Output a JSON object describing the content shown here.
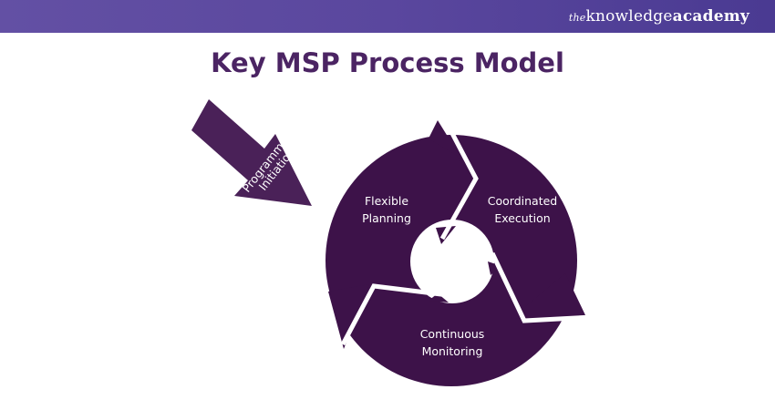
{
  "header": {
    "brand_prefix": "the",
    "brand_main": "knowledge",
    "brand_suffix": "academy"
  },
  "title": "Key MSP Process Model",
  "diagram": {
    "entry_arrow": {
      "line1": "Programme",
      "line2": "Initiation"
    },
    "stages": [
      {
        "line1": "Flexible",
        "line2": "Planning"
      },
      {
        "line1": "Coordinated",
        "line2": "Execution"
      },
      {
        "line1": "Continuous",
        "line2": "Monitoring"
      }
    ],
    "colors": {
      "arrow": "#3d1249",
      "entry_arrow": "#4a2158",
      "title": "#4b2463",
      "header": "#5a479e"
    }
  }
}
